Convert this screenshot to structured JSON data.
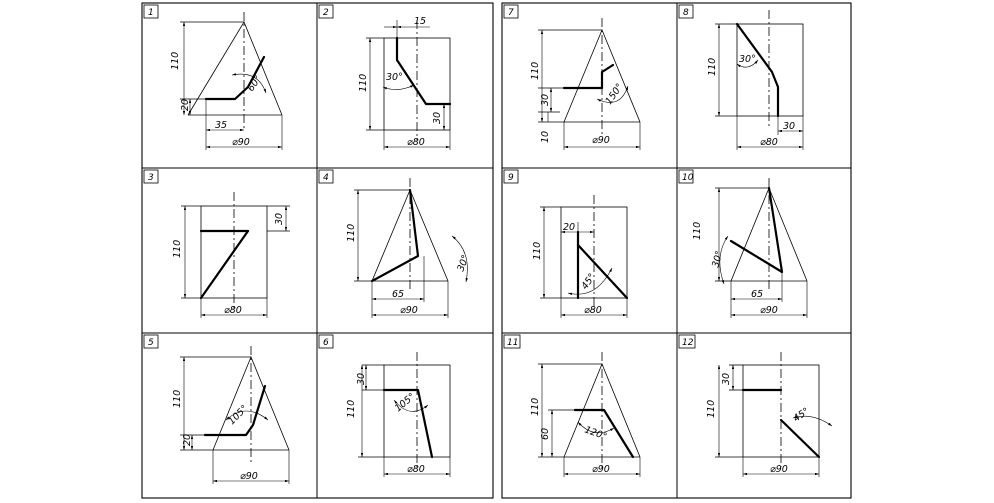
{
  "panels": [
    {
      "num": "1",
      "dims": {
        "h": "110",
        "a": "20",
        "w": "35",
        "d": "⌀90",
        "ang": "60°"
      }
    },
    {
      "num": "2",
      "dims": {
        "h": "110",
        "t": "15",
        "r": "30",
        "d": "⌀80",
        "ang": "30°"
      }
    },
    {
      "num": "3",
      "dims": {
        "h": "110",
        "r": "30",
        "d": "⌀80"
      }
    },
    {
      "num": "4",
      "dims": {
        "h": "110",
        "w": "65",
        "d": "⌀90",
        "ang": "30°"
      }
    },
    {
      "num": "5",
      "dims": {
        "h": "110",
        "a": "20",
        "d": "⌀90",
        "ang": "105°"
      }
    },
    {
      "num": "6",
      "dims": {
        "h": "110",
        "t": "30",
        "d": "⌀80",
        "ang": "105°"
      }
    },
    {
      "num": "7",
      "dims": {
        "h": "110",
        "a": "30",
        "b": "10",
        "d": "⌀90",
        "ang": "150°"
      }
    },
    {
      "num": "8",
      "dims": {
        "h": "110",
        "r": "30",
        "d": "⌀80",
        "ang": "30°"
      }
    },
    {
      "num": "9",
      "dims": {
        "h": "110",
        "t": "20",
        "d": "⌀80",
        "ang": "45°"
      }
    },
    {
      "num": "10",
      "dims": {
        "h": "110",
        "w": "65",
        "d": "⌀90",
        "ang": "30°"
      }
    },
    {
      "num": "11",
      "dims": {
        "h": "110",
        "a": "60",
        "d": "⌀90",
        "ang": "120°"
      }
    },
    {
      "num": "12",
      "dims": {
        "h": "110",
        "t": "30",
        "d": "⌀90",
        "ang": "45°"
      }
    }
  ]
}
